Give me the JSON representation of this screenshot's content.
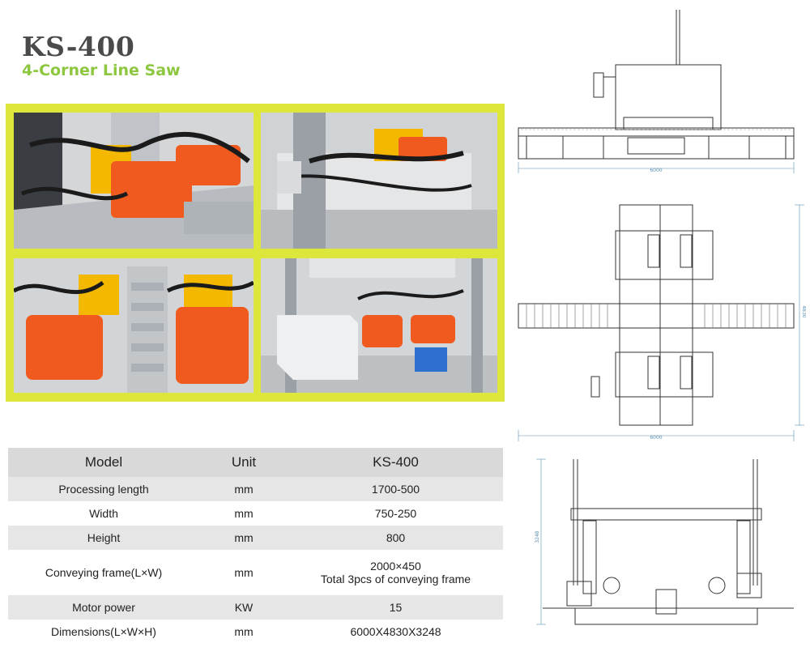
{
  "header": {
    "model": "KS-400",
    "product_name": "4-Corner Line Saw"
  },
  "colors": {
    "accent_green": "#8dc63f",
    "panel_yellow": "#dde63a",
    "motor_orange": "#f05a1e",
    "table_header": "#d9d9d9",
    "table_stripe": "#e6e6e6"
  },
  "specs": {
    "headers": [
      "Model",
      "Unit",
      "KS-400"
    ],
    "rows": [
      {
        "param": "Processing length",
        "unit": "mm",
        "value": "1700-500",
        "value2": ""
      },
      {
        "param": "Width",
        "unit": "mm",
        "value": "750-250",
        "value2": ""
      },
      {
        "param": "Height",
        "unit": "mm",
        "value": "800",
        "value2": ""
      },
      {
        "param": "Conveying frame(L×W)",
        "unit": "mm",
        "value": "2000×450",
        "value2": "Total 3pcs of conveying frame"
      },
      {
        "param": "Motor power",
        "unit": "KW",
        "value": "15",
        "value2": ""
      },
      {
        "param": "Dimensions(L×W×H)",
        "unit": "mm",
        "value": "6000X4830X3248",
        "value2": ""
      }
    ]
  },
  "drawings": {
    "front_length": "6000",
    "top_length": "6000",
    "top_width": "4830",
    "side_height": "3248"
  }
}
